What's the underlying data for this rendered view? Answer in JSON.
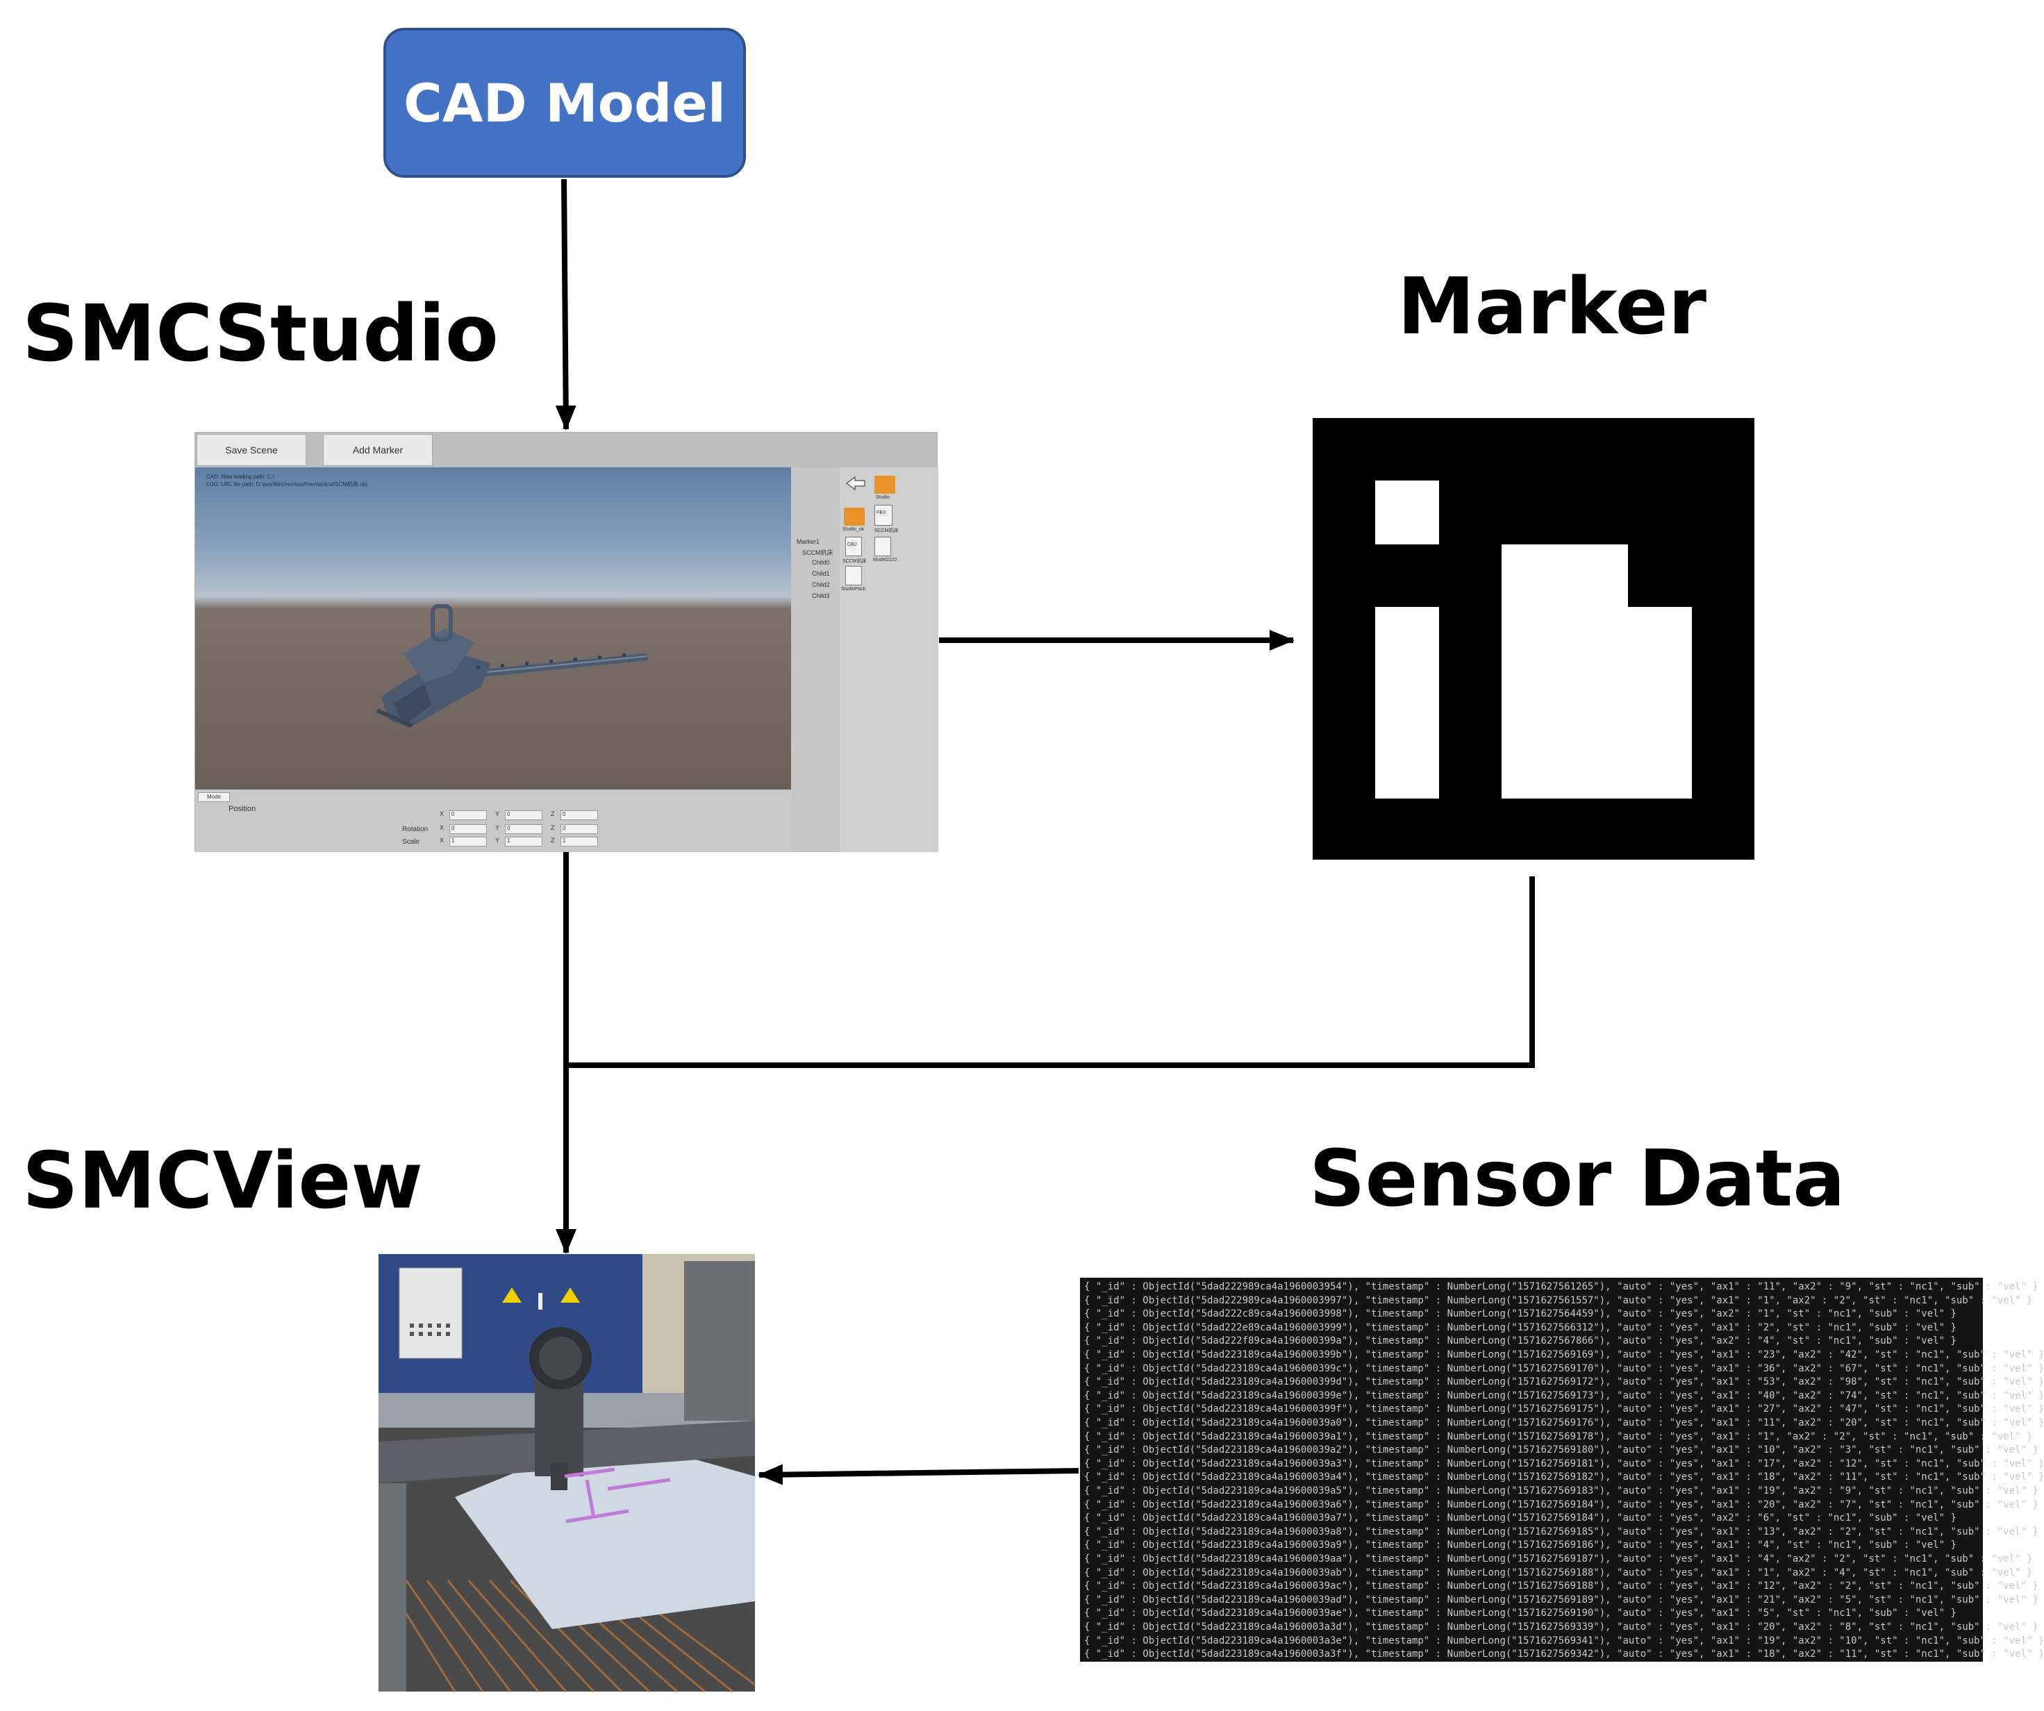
{
  "diagram": {
    "cad_model_label": "CAD Model",
    "smcstudio_label": "SMCStudio",
    "marker_label": "Marker",
    "smcview_label": "SMCView",
    "sensor_data_label": "Sensor Data"
  },
  "studio": {
    "save_scene_button": "Save Scene",
    "add_marker_button": "Add Marker",
    "log_lines": [
      "CAD: Now loading path: C:\\",
      "LOG: URL file path: D:\\pos\\fileUnion\\usrf\\rev\\toolcut\\SCM机床.obj"
    ],
    "mode_tab": "Mode",
    "position_label": "Position",
    "rotation_label": "Rotation",
    "scale_label": "Scale",
    "axis_x": "X",
    "axis_y": "Y",
    "axis_z": "Z",
    "position_values": [
      "0",
      "0",
      "0"
    ],
    "rotation_values": [
      "0",
      "0",
      "0"
    ],
    "scale_values": [
      "1",
      "1",
      "1"
    ],
    "tree_items": [
      "Marker1",
      "SCCM机床",
      "Child0",
      "Child1",
      "Child2",
      "Child3"
    ],
    "asset_labels": [
      "Studio",
      "FBX",
      "Studio_ok",
      "SCCM机床",
      "OBJ",
      "Model2222",
      "SCCM机床",
      "StudioPack"
    ]
  },
  "sensor": {
    "lines": [
      "{ \"_id\" : ObjectId(\"5dad222989ca4a1960003954\"), \"timestamp\" : NumberLong(\"1571627561265\"), \"auto\" : \"yes\", \"ax1\" : \"11\", \"ax2\" : \"9\", \"st\" : \"nc1\", \"sub\" : \"vel\" }",
      "{ \"_id\" : ObjectId(\"5dad222989ca4a1960003997\"), \"timestamp\" : NumberLong(\"1571627561557\"), \"auto\" : \"yes\", \"ax1\" : \"1\", \"ax2\" : \"2\", \"st\" : \"nc1\", \"sub\" : \"vel\" }",
      "{ \"_id\" : ObjectId(\"5dad222c89ca4a1960003998\"), \"timestamp\" : NumberLong(\"1571627564459\"), \"auto\" : \"yes\", \"ax2\" : \"1\", \"st\" : \"nc1\", \"sub\" : \"vel\" }",
      "{ \"_id\" : ObjectId(\"5dad222e89ca4a1960003999\"), \"timestamp\" : NumberLong(\"1571627566312\"), \"auto\" : \"yes\", \"ax1\" : \"2\", \"st\" : \"nc1\", \"sub\" : \"vel\" }",
      "{ \"_id\" : ObjectId(\"5dad222f89ca4a196000399a\"), \"timestamp\" : NumberLong(\"1571627567866\"), \"auto\" : \"yes\", \"ax2\" : \"4\", \"st\" : \"nc1\", \"sub\" : \"vel\" }",
      "{ \"_id\" : ObjectId(\"5dad223189ca4a196000399b\"), \"timestamp\" : NumberLong(\"1571627569169\"), \"auto\" : \"yes\", \"ax1\" : \"23\", \"ax2\" : \"42\", \"st\" : \"nc1\", \"sub\" : \"vel\" }",
      "{ \"_id\" : ObjectId(\"5dad223189ca4a196000399c\"), \"timestamp\" : NumberLong(\"1571627569170\"), \"auto\" : \"yes\", \"ax1\" : \"36\", \"ax2\" : \"67\", \"st\" : \"nc1\", \"sub\" : \"vel\" }",
      "{ \"_id\" : ObjectId(\"5dad223189ca4a196000399d\"), \"timestamp\" : NumberLong(\"1571627569172\"), \"auto\" : \"yes\", \"ax1\" : \"53\", \"ax2\" : \"98\", \"st\" : \"nc1\", \"sub\" : \"vel\" }",
      "{ \"_id\" : ObjectId(\"5dad223189ca4a196000399e\"), \"timestamp\" : NumberLong(\"1571627569173\"), \"auto\" : \"yes\", \"ax1\" : \"40\", \"ax2\" : \"74\", \"st\" : \"nc1\", \"sub\" : \"vel\" }",
      "{ \"_id\" : ObjectId(\"5dad223189ca4a196000399f\"), \"timestamp\" : NumberLong(\"1571627569175\"), \"auto\" : \"yes\", \"ax1\" : \"27\", \"ax2\" : \"47\", \"st\" : \"nc1\", \"sub\" : \"vel\" }",
      "{ \"_id\" : ObjectId(\"5dad223189ca4a19600039a0\"), \"timestamp\" : NumberLong(\"1571627569176\"), \"auto\" : \"yes\", \"ax1\" : \"11\", \"ax2\" : \"20\", \"st\" : \"nc1\", \"sub\" : \"vel\" }",
      "{ \"_id\" : ObjectId(\"5dad223189ca4a19600039a1\"), \"timestamp\" : NumberLong(\"1571627569178\"), \"auto\" : \"yes\", \"ax1\" : \"1\", \"ax2\" : \"2\", \"st\" : \"nc1\", \"sub\" : \"vel\" }",
      "{ \"_id\" : ObjectId(\"5dad223189ca4a19600039a2\"), \"timestamp\" : NumberLong(\"1571627569180\"), \"auto\" : \"yes\", \"ax1\" : \"10\", \"ax2\" : \"3\", \"st\" : \"nc1\", \"sub\" : \"vel\" }",
      "{ \"_id\" : ObjectId(\"5dad223189ca4a19600039a3\"), \"timestamp\" : NumberLong(\"1571627569181\"), \"auto\" : \"yes\", \"ax1\" : \"17\", \"ax2\" : \"12\", \"st\" : \"nc1\", \"sub\" : \"vel\" }",
      "{ \"_id\" : ObjectId(\"5dad223189ca4a19600039a4\"), \"timestamp\" : NumberLong(\"1571627569182\"), \"auto\" : \"yes\", \"ax1\" : \"18\", \"ax2\" : \"11\", \"st\" : \"nc1\", \"sub\" : \"vel\" }",
      "{ \"_id\" : ObjectId(\"5dad223189ca4a19600039a5\"), \"timestamp\" : NumberLong(\"1571627569183\"), \"auto\" : \"yes\", \"ax1\" : \"19\", \"ax2\" : \"9\", \"st\" : \"nc1\", \"sub\" : \"vel\" }",
      "{ \"_id\" : ObjectId(\"5dad223189ca4a19600039a6\"), \"timestamp\" : NumberLong(\"1571627569184\"), \"auto\" : \"yes\", \"ax1\" : \"20\", \"ax2\" : \"7\", \"st\" : \"nc1\", \"sub\" : \"vel\" }",
      "{ \"_id\" : ObjectId(\"5dad223189ca4a19600039a7\"), \"timestamp\" : NumberLong(\"1571627569184\"), \"auto\" : \"yes\", \"ax2\" : \"6\", \"st\" : \"nc1\", \"sub\" : \"vel\" }",
      "{ \"_id\" : ObjectId(\"5dad223189ca4a19600039a8\"), \"timestamp\" : NumberLong(\"1571627569185\"), \"auto\" : \"yes\", \"ax1\" : \"13\", \"ax2\" : \"2\", \"st\" : \"nc1\", \"sub\" : \"vel\" }",
      "{ \"_id\" : ObjectId(\"5dad223189ca4a19600039a9\"), \"timestamp\" : NumberLong(\"1571627569186\"), \"auto\" : \"yes\", \"ax1\" : \"4\", \"st\" : \"nc1\", \"sub\" : \"vel\" }",
      "{ \"_id\" : ObjectId(\"5dad223189ca4a19600039aa\"), \"timestamp\" : NumberLong(\"1571627569187\"), \"auto\" : \"yes\", \"ax1\" : \"4\", \"ax2\" : \"2\", \"st\" : \"nc1\", \"sub\" : \"vel\" }",
      "{ \"_id\" : ObjectId(\"5dad223189ca4a19600039ab\"), \"timestamp\" : NumberLong(\"1571627569188\"), \"auto\" : \"yes\", \"ax1\" : \"1\", \"ax2\" : \"4\", \"st\" : \"nc1\", \"sub\" : \"vel\" }",
      "{ \"_id\" : ObjectId(\"5dad223189ca4a19600039ac\"), \"timestamp\" : NumberLong(\"1571627569188\"), \"auto\" : \"yes\", \"ax1\" : \"12\", \"ax2\" : \"2\", \"st\" : \"nc1\", \"sub\" : \"vel\" }",
      "{ \"_id\" : ObjectId(\"5dad223189ca4a19600039ad\"), \"timestamp\" : NumberLong(\"1571627569189\"), \"auto\" : \"yes\", \"ax1\" : \"21\", \"ax2\" : \"5\", \"st\" : \"nc1\", \"sub\" : \"vel\" }",
      "{ \"_id\" : ObjectId(\"5dad223189ca4a19600039ae\"), \"timestamp\" : NumberLong(\"1571627569190\"), \"auto\" : \"yes\", \"ax1\" : \"5\", \"st\" : \"nc1\", \"sub\" : \"vel\" }",
      "{ \"_id\" : ObjectId(\"5dad223189ca4a1960003a3d\"), \"timestamp\" : NumberLong(\"1571627569339\"), \"auto\" : \"yes\", \"ax1\" : \"20\", \"ax2\" : \"8\", \"st\" : \"nc1\", \"sub\" : \"vel\" }",
      "{ \"_id\" : ObjectId(\"5dad223189ca4a1960003a3e\"), \"timestamp\" : NumberLong(\"1571627569341\"), \"auto\" : \"yes\", \"ax1\" : \"19\", \"ax2\" : \"10\", \"st\" : \"nc1\", \"sub\" : \"vel\" }",
      "{ \"_id\" : ObjectId(\"5dad223189ca4a1960003a3f\"), \"timestamp\" : NumberLong(\"1571627569342\"), \"auto\" : \"yes\", \"ax1\" : \"18\", \"ax2\" : \"11\", \"st\" : \"nc1\", \"sub\" : \"vel\" }"
    ]
  },
  "colors": {
    "cad_box_fill": "#4472C4",
    "cad_box_border": "#2F528F",
    "connector": "#000000",
    "sensor_bg": "#141414",
    "sensor_text": "#c8c8c8"
  }
}
